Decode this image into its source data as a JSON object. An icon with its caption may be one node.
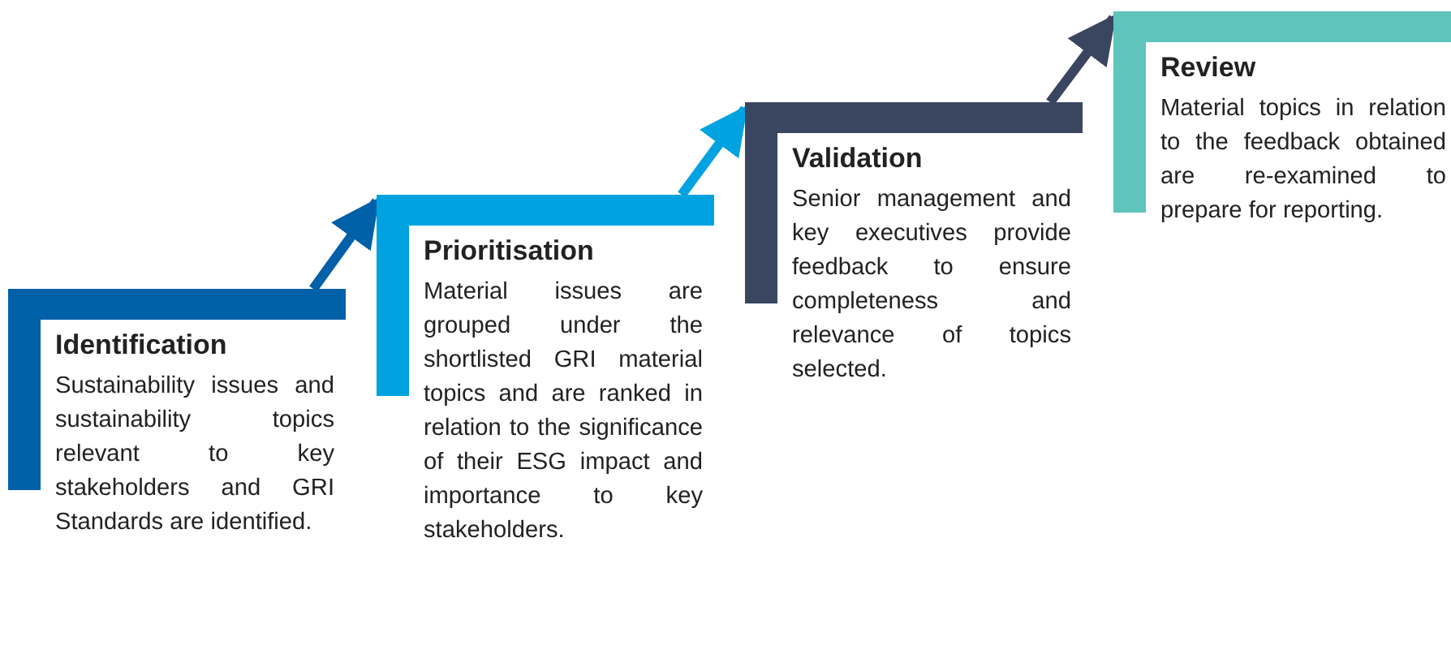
{
  "diagram": {
    "nodes": [
      {
        "text": [
          "Identification",
          "Sustainability issues and sustainability topics relevant to key stakeholders and GRI Standards are identified."
        ]
      },
      {
        "text": [
          "Prioritisation",
          "Material issues are grouped under the shortlisted GRI material topics and are ranked in relation to the significance of their ESG impact and importance to key stakeholders."
        ]
      },
      {
        "text": [
          "Validation",
          "Senior management and key executives provide feedback to ensure completeness and relevance of topics selected."
        ]
      },
      {
        "text": [
          "Review",
          "Material topics in relation to the feedback obtained are re-examined to prepare for reporting."
        ]
      }
    ],
    "edges": [
      {
        "from": 0,
        "to": 1,
        "arrow": "to"
      },
      {
        "from": 1,
        "to": 2,
        "arrow": "to"
      },
      {
        "from": 2,
        "to": 3,
        "arrow": "to"
      }
    ]
  }
}
